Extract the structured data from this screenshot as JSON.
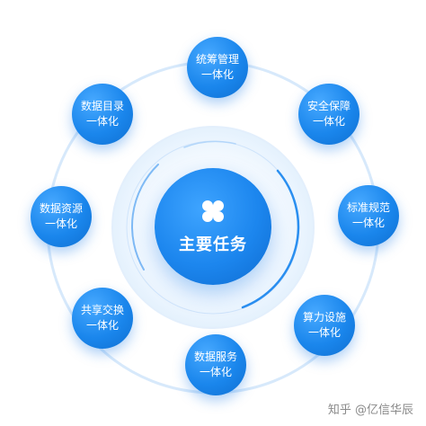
{
  "center": {
    "title": "主要任务",
    "icon": "four-petal-clover-icon"
  },
  "nodes": [
    {
      "id": "unified-management",
      "line1": "统筹管理",
      "line2": "一体化"
    },
    {
      "id": "security",
      "line1": "安全保障",
      "line2": "一体化"
    },
    {
      "id": "standards",
      "line1": "标准规范",
      "line2": "一体化"
    },
    {
      "id": "computing-facilities",
      "line1": "算力设施",
      "line2": "一体化"
    },
    {
      "id": "data-services",
      "line1": "数据服务",
      "line2": "一体化"
    },
    {
      "id": "sharing-exchange",
      "line1": "共享交换",
      "line2": "一体化"
    },
    {
      "id": "data-resources",
      "line1": "数据资源",
      "line2": "一体化"
    },
    {
      "id": "data-catalog",
      "line1": "数据目录",
      "line2": "一体化"
    }
  ],
  "watermark": {
    "text": "知乎 @亿信华辰"
  },
  "colors": {
    "node_blue": "#1a86ec",
    "ring_light": "#dcecfb",
    "ring_accent": "#1a86ec",
    "background": "#ffffff",
    "watermark": "#8a8a8a"
  }
}
